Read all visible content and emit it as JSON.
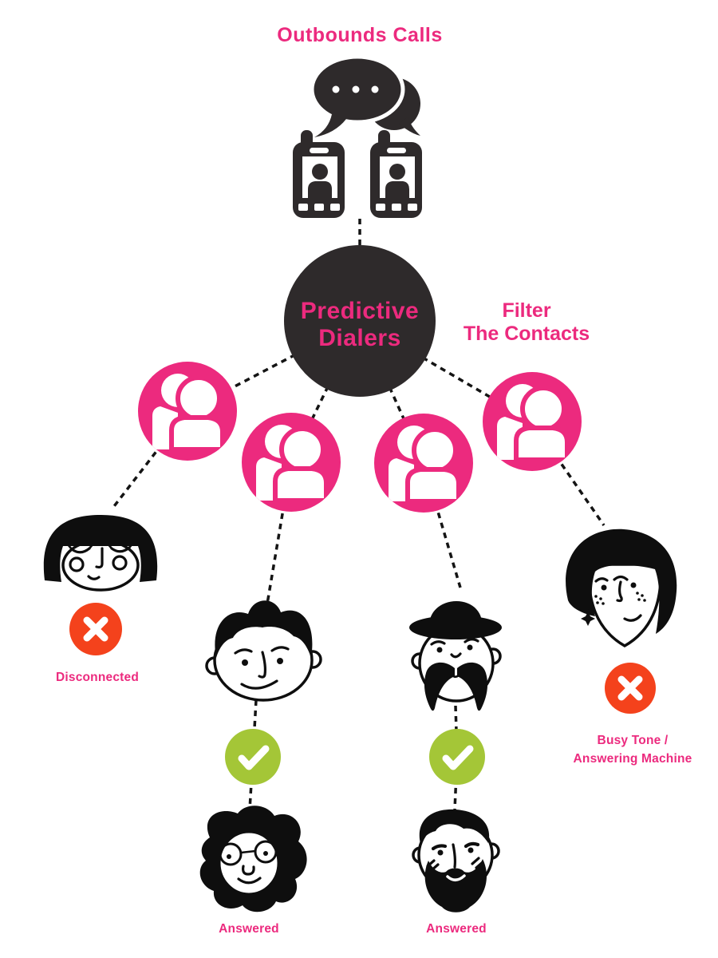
{
  "title": "Outbounds Calls",
  "dialer": {
    "line1": "Predictive",
    "line2": "Dialers"
  },
  "filter": {
    "line1": "Filter",
    "line2": "The Contacts"
  },
  "outcomes": {
    "disconnected": {
      "label": "Disconnected",
      "status": "failed"
    },
    "answered_left": {
      "label": "Answered",
      "status": "success"
    },
    "answered_right": {
      "label": "Answered",
      "status": "success"
    },
    "busy": {
      "line1": "Busy Tone /",
      "line2": "Answering Machine",
      "status": "failed"
    }
  },
  "colors": {
    "pink": "#EC2A7E",
    "dark": "#2E2A2B",
    "green": "#A4C637",
    "red": "#F4421C",
    "ink": "#0E0E0E",
    "white": "#FFFFFF"
  },
  "icons": {
    "top": "chat-bubbles-icon",
    "devices": "mobile-phone-icon",
    "agents": "support-agent-icon",
    "success": "check-icon",
    "failure": "cross-icon"
  }
}
